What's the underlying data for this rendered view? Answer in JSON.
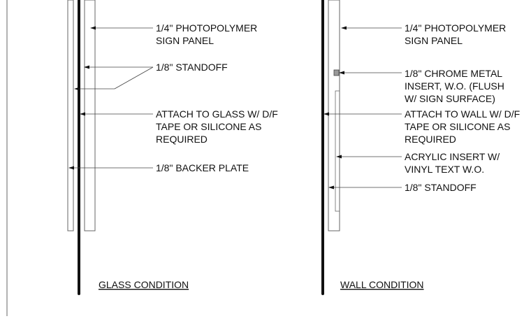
{
  "colors": {
    "ink": "#111111",
    "thin_line": "#444444",
    "panel_stroke": "#666666",
    "insert_fill": "#999999"
  },
  "glass": {
    "title": "GLASS CONDITION",
    "labels": [
      [
        "1/4\" PHOTOPOLYMER",
        "SIGN PANEL"
      ],
      [
        "1/8\" STANDOFF"
      ],
      [
        "ATTACH TO GLASS W/ D/F",
        "TAPE OR SILICONE AS",
        "REQUIRED"
      ],
      [
        "1/8\" BACKER PLATE"
      ]
    ]
  },
  "wall": {
    "title": "WALL CONDITION",
    "labels": [
      [
        "1/4\" PHOTOPOLYMER",
        "SIGN PANEL"
      ],
      [
        "1/8\" CHROME METAL",
        "INSERT, W.O. (FLUSH",
        "W/ SIGN SURFACE)"
      ],
      [
        "ATTACH TO WALL W/ D/F",
        "TAPE OR SILICONE AS",
        "REQUIRED"
      ],
      [
        "ACRYLIC INSERT W/",
        "VINYL TEXT W.O."
      ],
      [
        "1/8\" STANDOFF"
      ]
    ]
  }
}
